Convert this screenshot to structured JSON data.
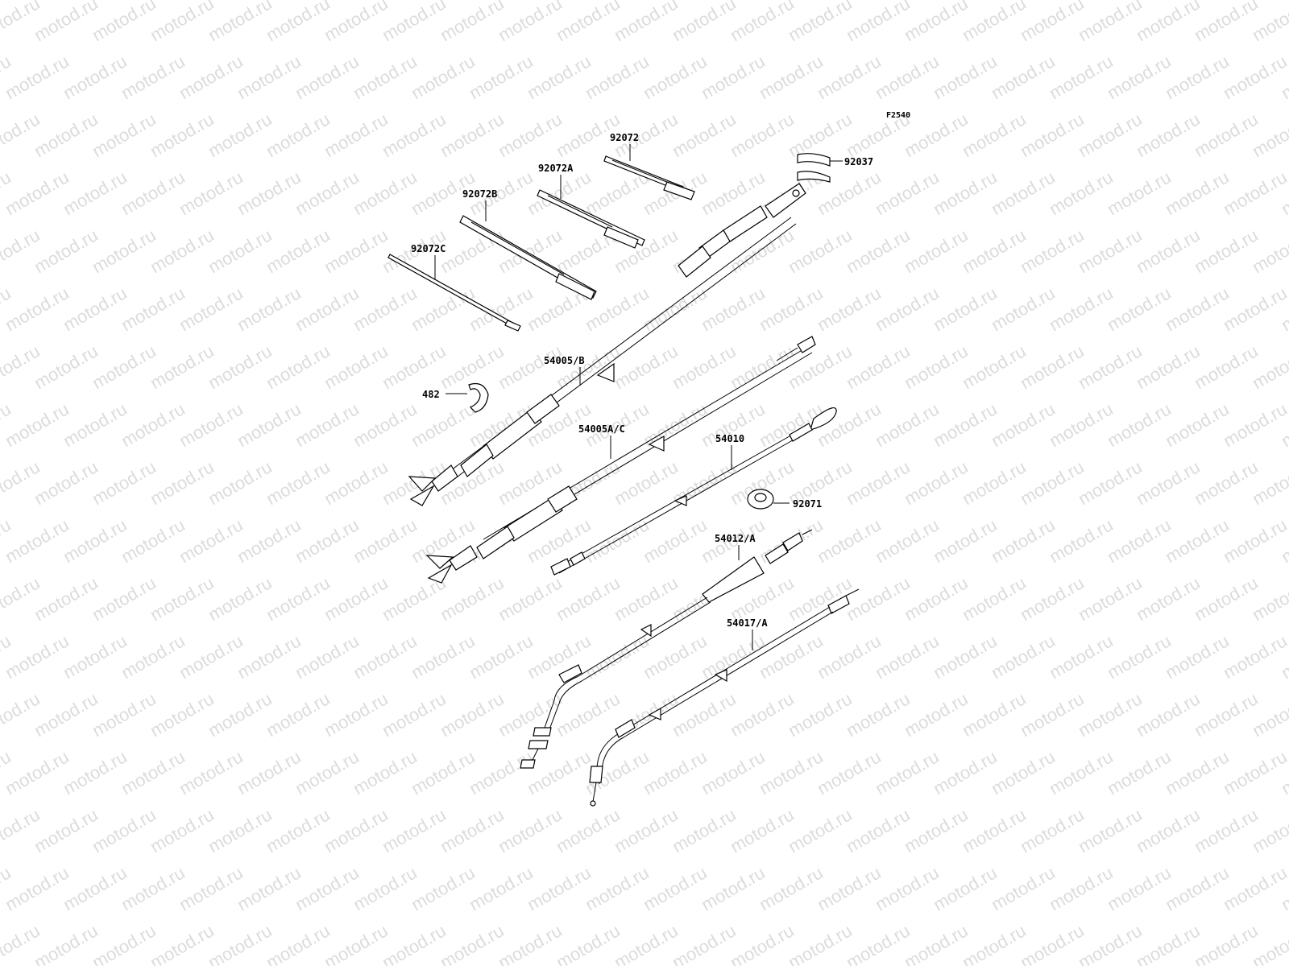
{
  "figure_code": "F2540",
  "watermark_text": "motod.ru",
  "parts": [
    {
      "key": "p92072",
      "label": "92072"
    },
    {
      "key": "p92072A",
      "label": "92072A"
    },
    {
      "key": "p92072B",
      "label": "92072B"
    },
    {
      "key": "p92072C",
      "label": "92072C"
    },
    {
      "key": "p92037",
      "label": "92037"
    },
    {
      "key": "p54005B",
      "label": "54005/B"
    },
    {
      "key": "p482",
      "label": "482"
    },
    {
      "key": "p54005AC",
      "label": "54005A/C"
    },
    {
      "key": "p54010",
      "label": "54010"
    },
    {
      "key": "p92071",
      "label": "92071"
    },
    {
      "key": "p54012A",
      "label": "54012/A"
    },
    {
      "key": "p54017A",
      "label": "54017/A"
    }
  ]
}
